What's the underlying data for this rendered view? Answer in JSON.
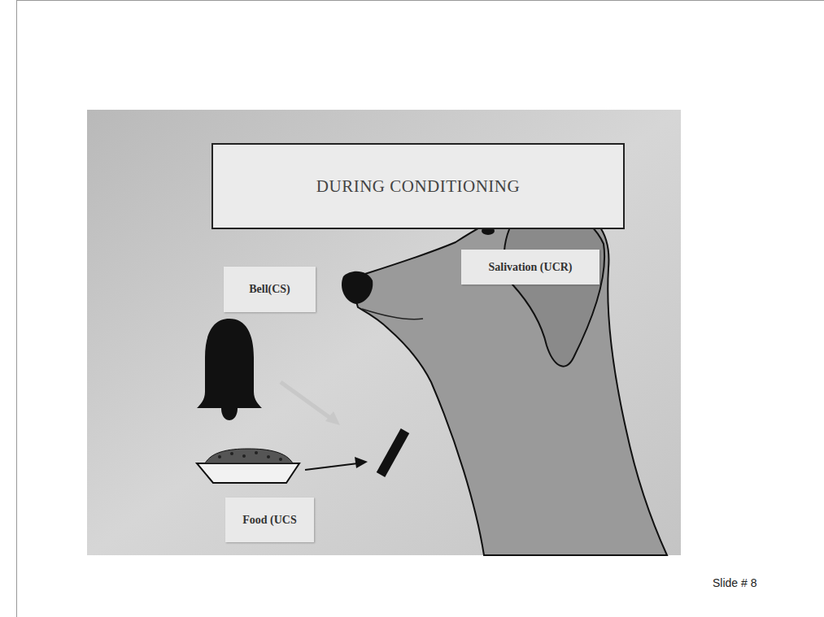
{
  "diagram": {
    "title": "DURING CONDITIONING",
    "nodes": [
      {
        "text": [
          "Bell(CS)"
        ]
      },
      {
        "text": [
          "Salivation (UCR)"
        ]
      },
      {
        "text": [
          "Food (UCS"
        ]
      }
    ],
    "labels": [
      "Slide # 8"
    ]
  }
}
